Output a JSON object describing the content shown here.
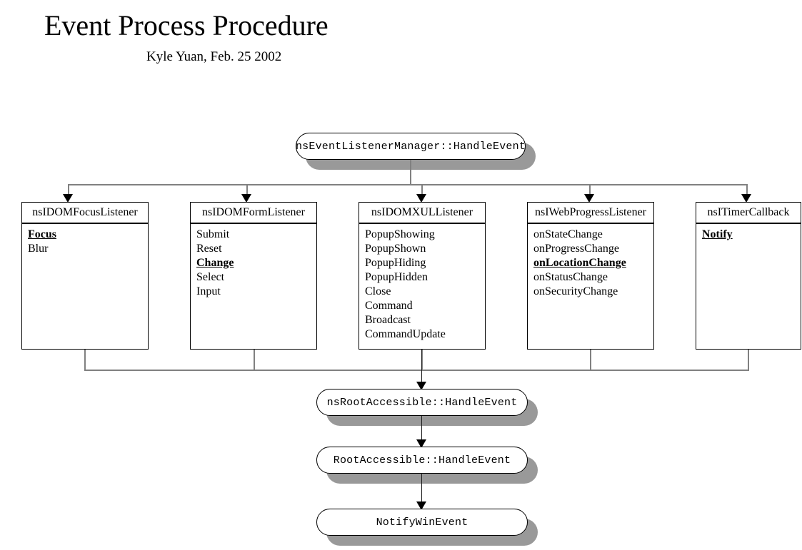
{
  "page": {
    "title": "Event Process Procedure",
    "subtitle": "Kyle Yuan, Feb. 25 2002"
  },
  "colors": {
    "shadow": "#999999",
    "bus_line": "#808080",
    "box_border": "#000000",
    "text": "#000000"
  },
  "nodes": {
    "entry": {
      "label": "nsEventListenerManager::HandleEvent"
    },
    "root_accessible": {
      "label": "nsRootAccessible::HandleEvent"
    },
    "root_accessible_impl": {
      "label": "RootAccessible::HandleEvent"
    },
    "notify_win_event": {
      "label": "NotifyWinEvent"
    }
  },
  "interfaces": [
    {
      "name": "nsIDOMFocusListener",
      "methods": [
        {
          "label": "Focus",
          "highlight": true
        },
        {
          "label": "Blur",
          "highlight": false
        }
      ]
    },
    {
      "name": "nsIDOMFormListener",
      "methods": [
        {
          "label": "Submit",
          "highlight": false
        },
        {
          "label": "Reset",
          "highlight": false
        },
        {
          "label": "Change",
          "highlight": true
        },
        {
          "label": "Select",
          "highlight": false
        },
        {
          "label": "Input",
          "highlight": false
        }
      ]
    },
    {
      "name": "nsIDOMXULListener",
      "methods": [
        {
          "label": "PopupShowing",
          "highlight": false
        },
        {
          "label": "PopupShown",
          "highlight": false
        },
        {
          "label": "PopupHiding",
          "highlight": false
        },
        {
          "label": "PopupHidden",
          "highlight": false
        },
        {
          "label": "Close",
          "highlight": false
        },
        {
          "label": "Command",
          "highlight": false
        },
        {
          "label": "Broadcast",
          "highlight": false
        },
        {
          "label": "CommandUpdate",
          "highlight": false
        }
      ]
    },
    {
      "name": "nsIWebProgressListener",
      "methods": [
        {
          "label": "onStateChange",
          "highlight": false
        },
        {
          "label": "onProgressChange",
          "highlight": false
        },
        {
          "label": "onLocationChange",
          "highlight": true
        },
        {
          "label": "onStatusChange",
          "highlight": false
        },
        {
          "label": "onSecurityChange",
          "highlight": false
        }
      ]
    },
    {
      "name": "nsITimerCallback",
      "methods": [
        {
          "label": "Notify",
          "highlight": true
        }
      ]
    }
  ]
}
